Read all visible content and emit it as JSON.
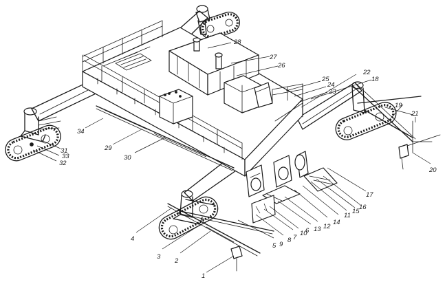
{
  "figure": {
    "subject": "tracked slipform paver isometric line drawing",
    "callouts": [
      "1",
      "2",
      "3",
      "4",
      "5",
      "6",
      "7",
      "8",
      "9",
      "10",
      "11",
      "12",
      "13",
      "14",
      "15",
      "16",
      "17",
      "18",
      "19",
      "20",
      "21",
      "22",
      "23",
      "24",
      "25",
      "26",
      "27",
      "28",
      "29",
      "30",
      "31",
      "32",
      "33",
      "34"
    ]
  }
}
